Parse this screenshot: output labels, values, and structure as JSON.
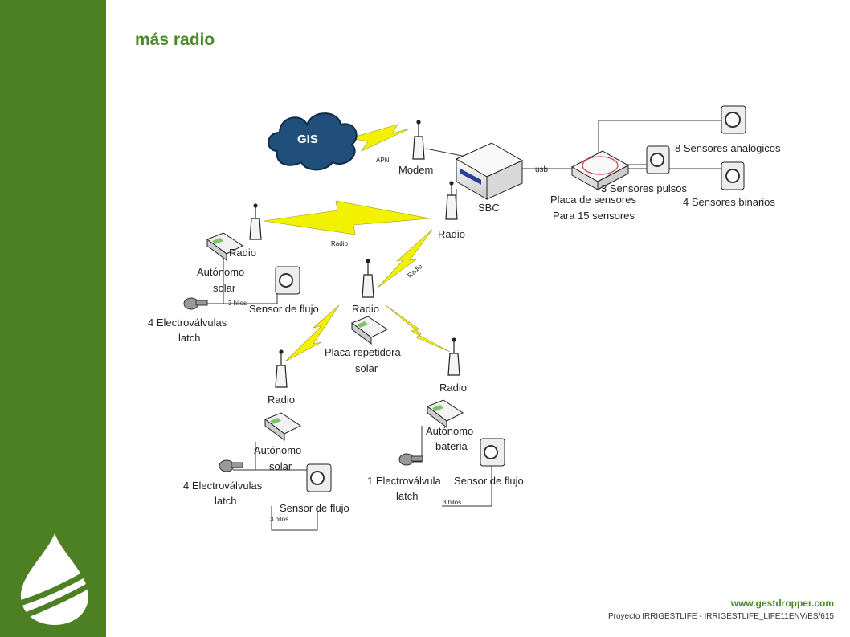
{
  "title": "más radio",
  "footer": {
    "url": "www.gestdropper.com",
    "project": "Proyecto IRRIGESTLIFE -  IRRIGESTLIFE_LIFE11ENV/ES/615"
  },
  "diagram": {
    "cloud": "GIS",
    "apn": "APN",
    "modem": "Modem",
    "usb": "usb",
    "sbc": "SBC",
    "placa1": "Placa de sensores",
    "placa2": "Para 15 sensores",
    "s_analog": "8 Sensores analógicos",
    "s_pulsos": "3 Sensores pulsos",
    "s_binarios": "4 Sensores binarios",
    "radio_main": "Radio",
    "radio_link_a": "Radio",
    "radio_link_b": "Radio",
    "left_radio": "Radio",
    "left_auto1": "Autónomo",
    "left_auto2": "solar",
    "left_hilos": "3 hilos",
    "left_flujo": "Sensor de flujo",
    "left_valv1": "4 Electroválvulas",
    "left_valv2": "latch",
    "rep_radio": "Radio",
    "rep1": "Placa repetidora",
    "rep2": "solar",
    "bl_radio": "Radio",
    "bl_auto1": "Autónomo",
    "bl_auto2": "solar",
    "bl_valv1": "4 Electroválvulas",
    "bl_valv2": "latch",
    "bl_flujo": "Sensor de flujo",
    "bl_hilos": "3 hilos",
    "br_radio": "Radio",
    "br_auto1": "Autónomo",
    "br_auto2": "bateria",
    "br_valv1": "1 Electroválvula",
    "br_valv2": "latch",
    "br_flujo": "Sensor de flujo",
    "br_hilos": "3 hilos"
  },
  "colors": {
    "sidebar": "#4d7f23",
    "title": "#4a8a26",
    "bolt": "#f2f200"
  }
}
